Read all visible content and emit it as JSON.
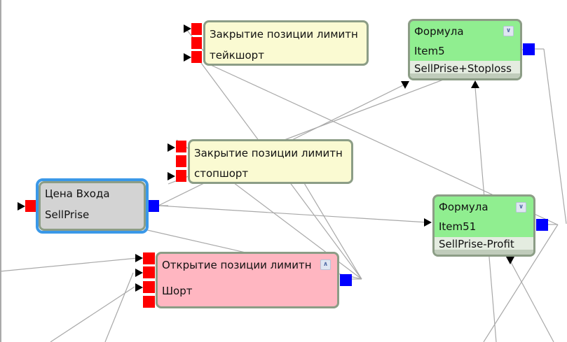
{
  "diagram": {
    "nodes": [
      {
        "id": "close-limit-take-short",
        "title": "Закрытие позиции лимитн",
        "value": "тейкшорт",
        "color": "#fafad2"
      },
      {
        "id": "formula-item5",
        "title": "Формула",
        "value": "Item5",
        "expression": "SellPrise+Stoploss",
        "color": "#90ee90",
        "toggle_icon": "collapse-chevrons-down-icon"
      },
      {
        "id": "close-limit-stop-short",
        "title": "Закрытие позиции лимитн",
        "value": "стопшорт",
        "color": "#fafad2"
      },
      {
        "id": "entry-price",
        "title": "Цена Входа",
        "value": "SellPrise",
        "color": "#d3d3d3",
        "selected": true
      },
      {
        "id": "formula-item51",
        "title": "Формула",
        "value": "Item51",
        "expression": "SellPrise-Profit",
        "color": "#90ee90",
        "toggle_icon": "collapse-chevrons-down-icon"
      },
      {
        "id": "open-limit-short",
        "title": "Открытие позиции лимитн",
        "value": "Шорт",
        "color": "#ffb6c1",
        "toggle_icon": "expand-chevrons-up-icon"
      }
    ],
    "port_colors": {
      "input": "#ff0000",
      "output": "#0000ff"
    },
    "link_color": "#a0a0a0",
    "selection_color": "#3a98e8"
  }
}
